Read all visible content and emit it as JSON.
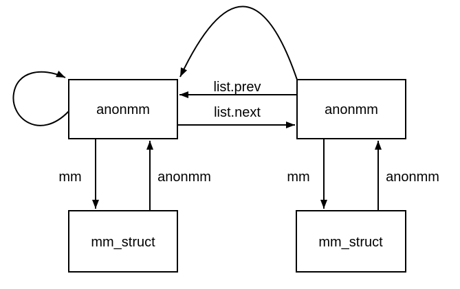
{
  "diagram": {
    "colors": {
      "background": "#ffffff",
      "stroke": "#000000",
      "text": "#000000"
    },
    "nodes": [
      {
        "id": "anonmm-left",
        "label": "anonmm"
      },
      {
        "id": "anonmm-right",
        "label": "anonmm"
      },
      {
        "id": "mm-struct-left",
        "label": "mm_struct"
      },
      {
        "id": "mm-struct-right",
        "label": "mm_struct"
      }
    ],
    "edge_labels": [
      {
        "id": "list-prev",
        "label": "list.prev"
      },
      {
        "id": "list-next",
        "label": "list.next"
      },
      {
        "id": "mm-left",
        "label": "mm"
      },
      {
        "id": "anonmm-edge-left",
        "label": "anonmm"
      },
      {
        "id": "mm-right",
        "label": "mm"
      },
      {
        "id": "anonmm-edge-right",
        "label": "anonmm"
      }
    ]
  }
}
